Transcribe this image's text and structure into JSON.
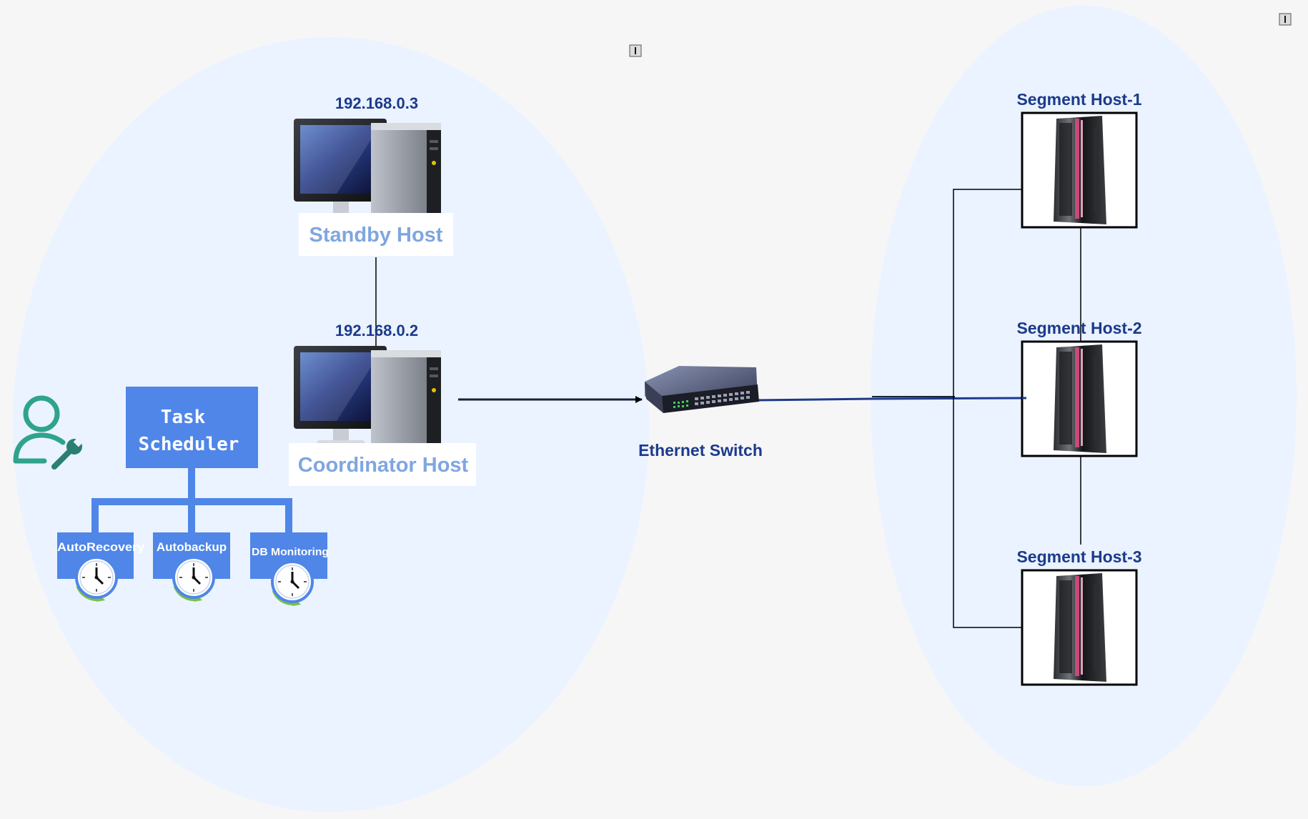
{
  "colors": {
    "background": "#f6f6f6",
    "cluster_fill": "#eaf3ff",
    "ip_text": "#1c3a8c",
    "host_label": "#7fa6e0",
    "scheduler_blue": "#4f86e8",
    "segment_label": "#1c3a8c",
    "link_blue": "#1c3a8c",
    "user_icon": "#2fa38e"
  },
  "icons": {
    "computer": "desktop-computer-icon",
    "switch": "network-switch-icon",
    "server": "rack-server-icon",
    "clock": "clock-icon",
    "user": "user-wrench-icon",
    "handle": "resize-handle-icon"
  },
  "standby": {
    "ip": "192.168.0.3",
    "label": "Standby Host"
  },
  "coordinator": {
    "ip": "192.168.0.2",
    "label": "Coordinator Host"
  },
  "switch": {
    "label": "Ethernet Switch"
  },
  "scheduler": {
    "title_line1": "Task",
    "title_line2": "Scheduler",
    "tasks": [
      {
        "label": "AutoRecovery"
      },
      {
        "label": "Autobackup"
      },
      {
        "label": "DB Monitoring"
      }
    ]
  },
  "segments": [
    {
      "label": "Segment Host-1"
    },
    {
      "label": "Segment Host-2"
    },
    {
      "label": "Segment Host-3"
    }
  ]
}
